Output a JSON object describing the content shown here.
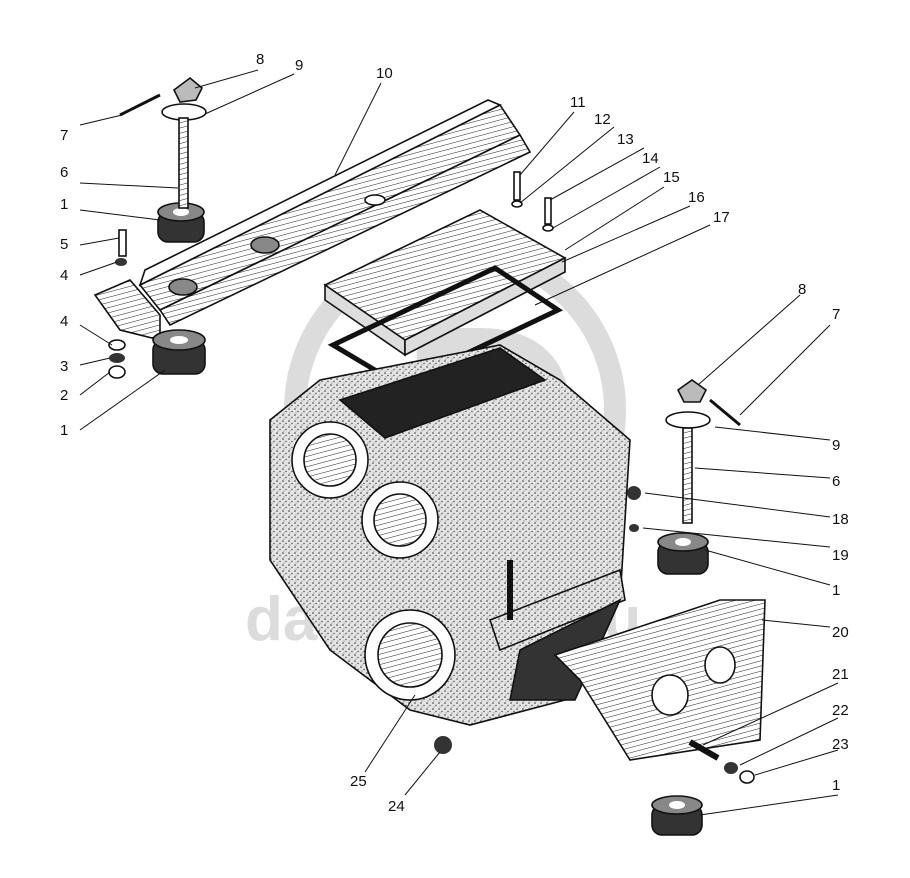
{
  "watermark": {
    "text": "dacmotors.ru",
    "letter": "D"
  },
  "labels": {
    "l1a": "1",
    "l1b": "1",
    "l1c": "1",
    "l1d": "1",
    "l2": "2",
    "l3": "3",
    "l4a": "4",
    "l4b": "4",
    "l5": "5",
    "l6a": "6",
    "l6b": "6",
    "l7a": "7",
    "l7b": "7",
    "l8a": "8",
    "l8b": "8",
    "l9a": "9",
    "l9b": "9",
    "l10": "10",
    "l11": "11",
    "l12": "12",
    "l13": "13",
    "l14": "14",
    "l15": "15",
    "l16": "16",
    "l17": "17",
    "l18": "18",
    "l19": "19",
    "l20": "20",
    "l21": "21",
    "l22": "22",
    "l23": "23",
    "l24": "24",
    "l25": "25"
  },
  "colors": {
    "ink": "#111111",
    "paper": "#ffffff",
    "watermark": "#d9d9d9",
    "body_fill": "#c8c8c8"
  }
}
